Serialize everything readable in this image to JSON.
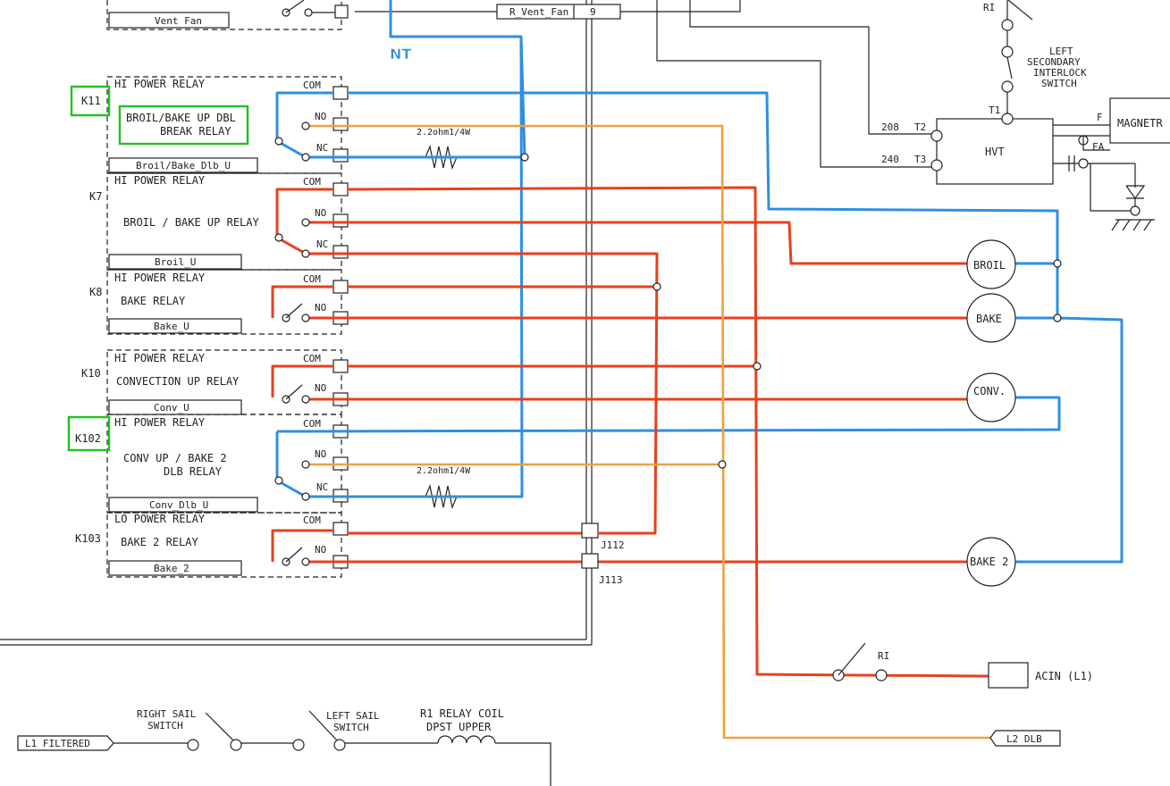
{
  "colors": {
    "neutral_wire": "#2f8fe0",
    "line1_wire": "#e8401c",
    "l2_dlb_wire": "#f0a040",
    "highlight": "#22c022"
  },
  "net_label": "NT",
  "top": {
    "vent_fan_label": "Vent Fan",
    "r_vent_fan": "R_Vent_Fan",
    "r_vent_fan_pin": "9",
    "r1_top": "RI"
  },
  "relays": [
    {
      "ref": "K11",
      "type": "HI POWER RELAY",
      "name_lines": [
        "BROIL/BAKE UP DBL",
        "BREAK RELAY"
      ],
      "signal": "Broil/Bake_Dlb_U"
    },
    {
      "ref": "K7",
      "type": "HI POWER RELAY",
      "name_lines": [
        "BROIL / BAKE UP RELAY"
      ],
      "signal": "Broil_U"
    },
    {
      "ref": "K8",
      "type": "HI POWER RELAY",
      "name_lines": [
        "BAKE  RELAY"
      ],
      "signal": "Bake_U"
    },
    {
      "ref": "K10",
      "type": "HI POWER RELAY",
      "name_lines": [
        "CONVECTION UP RELAY"
      ],
      "signal": "Conv_U"
    },
    {
      "ref": "K102",
      "type": "HI POWER RELAY",
      "name_lines": [
        "CONV UP / BAKE 2",
        "DLB RELAY"
      ],
      "signal": "Conv_Dlb_U"
    },
    {
      "ref": "K103",
      "type": "LO POWER RELAY",
      "name_lines": [
        "BAKE 2  RELAY"
      ],
      "signal": "Bake_2"
    }
  ],
  "contacts": {
    "com": "COM",
    "no": "NO",
    "nc": "NC"
  },
  "resistor_label": "2.2ohm1/4W",
  "connectors": {
    "j112": "J112",
    "j113": "J113"
  },
  "elements": {
    "broil": "BROIL",
    "bake": "BAKE",
    "conv": "CONV.",
    "bake2": "BAKE 2"
  },
  "hvt": {
    "label": "HVT",
    "t1": "T1",
    "t2": "T2",
    "t3": "T3",
    "v208": "208",
    "v240": "240",
    "f": "F",
    "fa": "FA",
    "magnetron": "MAGNETR"
  },
  "interlock": {
    "r1": "RI",
    "lines": [
      "LEFT",
      "SECONDARY",
      "INTERLOCK",
      "SWITCH"
    ]
  },
  "bottom": {
    "r1": "RI",
    "acin": "ACIN (L1)",
    "l2dlb": "L2 DLB",
    "l1_filtered": "L1 FILTERED",
    "right_sail": [
      "RIGHT SAIL",
      "SWITCH"
    ],
    "left_sail": [
      "LEFT SAIL",
      "SWITCH"
    ],
    "r1_coil": [
      "R1 RELAY COIL",
      "DPST UPPER"
    ]
  }
}
